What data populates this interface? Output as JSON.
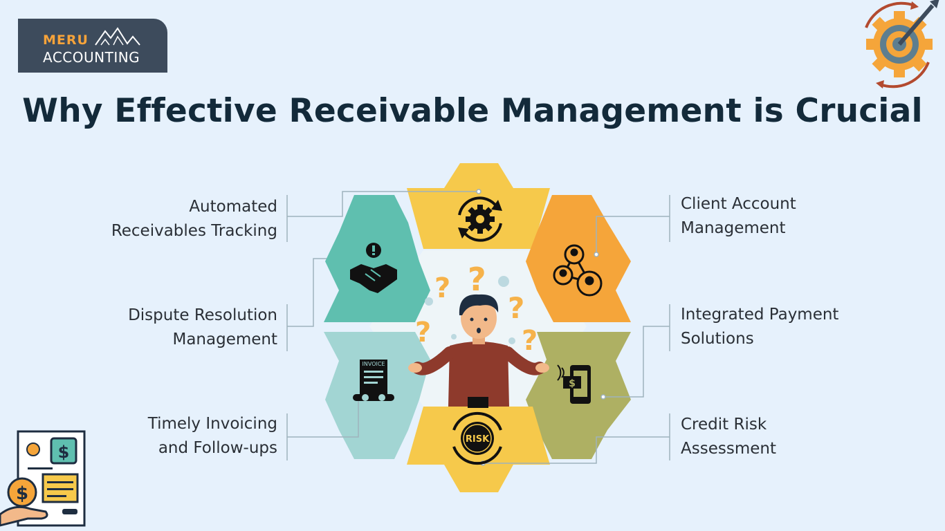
{
  "logo": {
    "brand_top": "MERU",
    "brand_bottom": "ACCOUNTING"
  },
  "title": "Why Effective Receivable Management is Crucial",
  "items": [
    {
      "line1": "Automated",
      "line2": "Receivables Tracking",
      "icon": "gear-refresh-icon"
    },
    {
      "line1": "Client Account",
      "line2": "Management",
      "icon": "client-network-icon"
    },
    {
      "line1": "Dispute Resolution",
      "line2": "Management",
      "icon": "handshake-alert-icon"
    },
    {
      "line1": "Integrated Payment",
      "line2": "Solutions",
      "icon": "mobile-payment-icon"
    },
    {
      "line1": "Timely Invoicing",
      "line2": "and Follow-ups",
      "icon": "invoice-icon"
    },
    {
      "line1": "Credit Risk",
      "line2": "Assessment",
      "icon": "risk-gauge-icon"
    }
  ],
  "icon_texts": {
    "invoice": "INVOICE",
    "risk": "RISK"
  },
  "colors": {
    "background": "#e6f1fc",
    "yellow": "#f6c94b",
    "orange": "#f5a53a",
    "teal": "#5fbfaf",
    "light_teal": "#a2d5d3",
    "olive": "#aeb063",
    "title": "#132a3a"
  }
}
